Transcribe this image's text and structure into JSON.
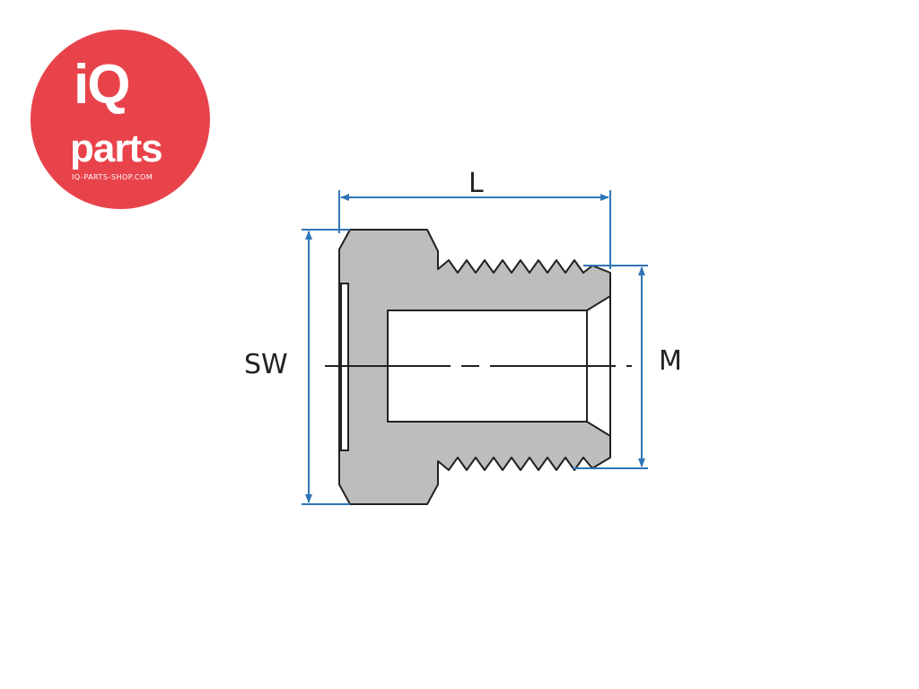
{
  "logo": {
    "brand": "iQ",
    "word": "parts",
    "url": "IQ-PARTS-SHOP.COM",
    "color": "#e8434b"
  },
  "diagram": {
    "labels": {
      "length": "L",
      "wrench_size": "SW",
      "thread": "M"
    },
    "colors": {
      "part_fill": "#bdbdbd",
      "outline": "#222222",
      "dimension": "#2e75b6"
    }
  }
}
